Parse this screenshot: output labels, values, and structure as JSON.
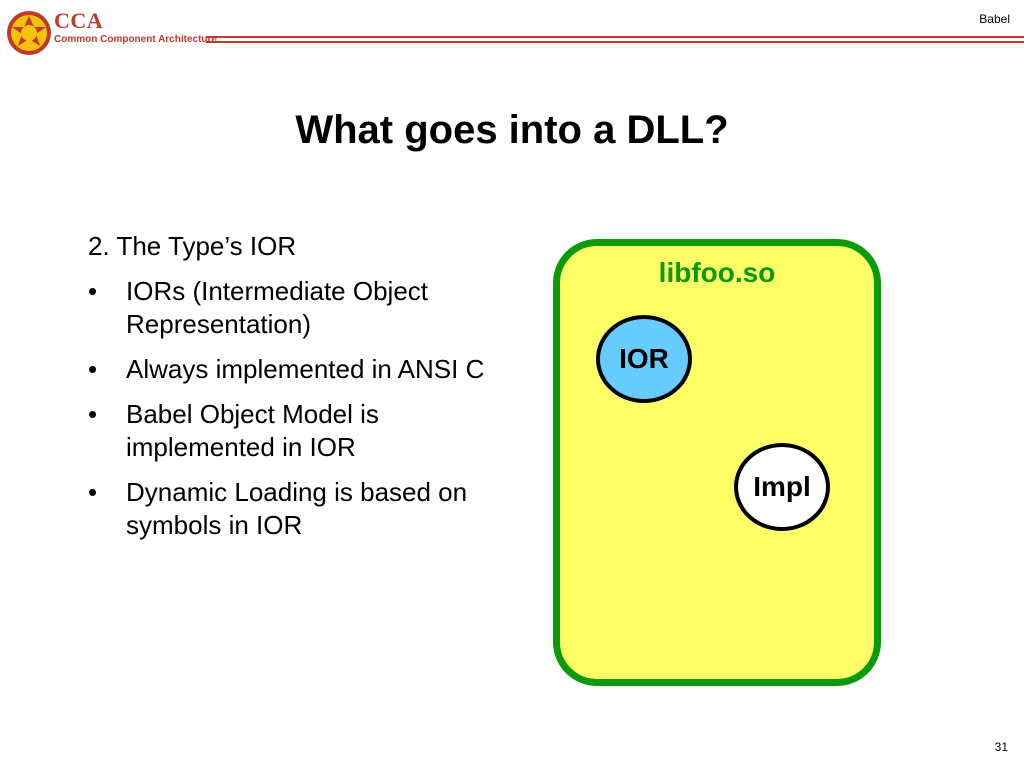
{
  "header": {
    "logo_title": "CCA",
    "logo_subtitle": "Common Component Architecture",
    "section_label": "Babel"
  },
  "slide": {
    "title": "What goes into a DLL?",
    "intro": "2. The Type’s IOR",
    "bullets": [
      "IORs (Intermediate Object Representation)",
      "Always implemented in ANSI C",
      "Babel Object Model is implemented in IOR",
      "Dynamic Loading is based on symbols in IOR"
    ],
    "bullet_symbol": "•"
  },
  "diagram": {
    "library_label": "libfoo.so",
    "ior_label": "IOR",
    "impl_label": "Impl",
    "colors": {
      "library_fill": "#ffff66",
      "library_border": "#0a9a0a",
      "ior_fill": "#66ccff",
      "impl_fill": "#ffffff"
    }
  },
  "footer": {
    "page_number": "31"
  }
}
